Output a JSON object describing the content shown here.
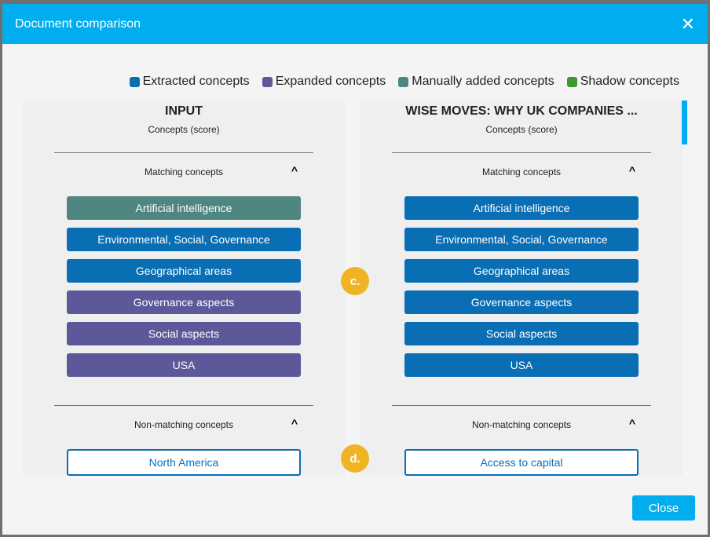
{
  "dialog": {
    "title": "Document comparison",
    "close_label": "Close"
  },
  "legend": [
    {
      "label": "Extracted concepts",
      "color": "#0a6eb4"
    },
    {
      "label": "Expanded concepts",
      "color": "#5c5899"
    },
    {
      "label": "Manually added concepts",
      "color": "#4f8680"
    },
    {
      "label": "Shadow concepts",
      "color": "#3d9a2f"
    }
  ],
  "panels": [
    {
      "title": "INPUT",
      "subtitle": "Concepts (score)",
      "matching_label": "Matching concepts",
      "nonmatching_label": "Non-matching concepts",
      "matching": [
        {
          "label": "Artificial intelligence",
          "type": "manual"
        },
        {
          "label": "Environmental, Social, Governance",
          "type": "extracted"
        },
        {
          "label": "Geographical areas",
          "type": "extracted"
        },
        {
          "label": "Governance aspects",
          "type": "expanded"
        },
        {
          "label": "Social aspects",
          "type": "expanded"
        },
        {
          "label": "USA",
          "type": "expanded"
        }
      ],
      "nonmatching": [
        {
          "label": "North America"
        }
      ]
    },
    {
      "title": "WISE MOVES: WHY UK COMPANIES ...",
      "subtitle": "Concepts (score)",
      "matching_label": "Matching concepts",
      "nonmatching_label": "Non-matching concepts",
      "matching": [
        {
          "label": "Artificial intelligence",
          "type": "extracted"
        },
        {
          "label": "Environmental, Social, Governance",
          "type": "extracted"
        },
        {
          "label": "Geographical areas",
          "type": "extracted"
        },
        {
          "label": "Governance aspects",
          "type": "extracted"
        },
        {
          "label": "Social aspects",
          "type": "extracted"
        },
        {
          "label": "USA",
          "type": "extracted"
        }
      ],
      "nonmatching": [
        {
          "label": "Access to capital"
        }
      ]
    }
  ],
  "badges": [
    "c.",
    "d."
  ]
}
